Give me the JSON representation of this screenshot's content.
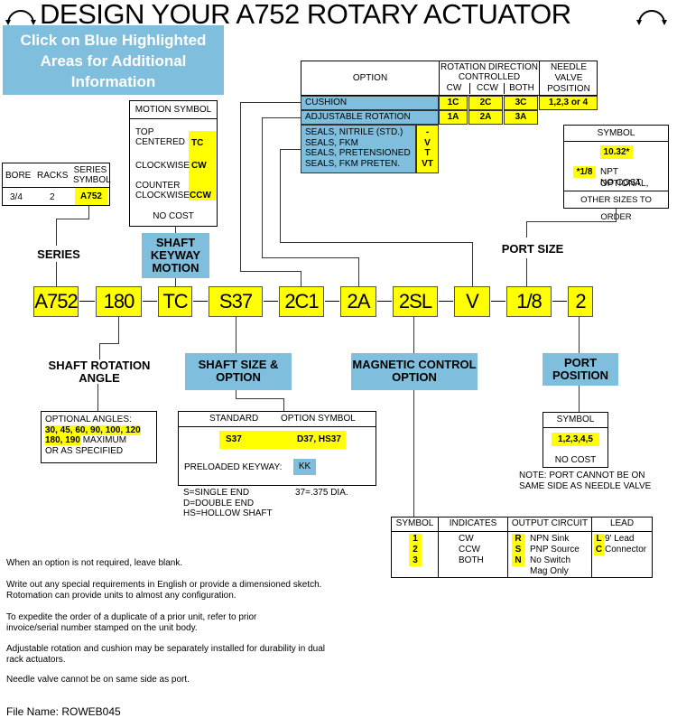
{
  "title": "DESIGN YOUR A752 ROTARY ACTUATOR",
  "info_banner": "Click on Blue Highlighted Areas for Additional Information",
  "model_codes": [
    "A752",
    "180",
    "TC",
    "S37",
    "2C1",
    "2A",
    "2SL",
    "V",
    "1/8",
    "2"
  ],
  "series": {
    "label": "SERIES",
    "headers": [
      "BORE",
      "RACKS",
      "SERIES SYMBOL"
    ],
    "row": [
      "3/4",
      "2",
      "A752"
    ]
  },
  "motion": {
    "header": "MOTION  SYMBOL",
    "rows": [
      {
        "motion": "TOP CENTERED",
        "symbol": "TC"
      },
      {
        "motion": "CLOCKWISE",
        "symbol": "CW"
      },
      {
        "motion": "COUNTER CLOCKWISE",
        "symbol": "CCW"
      }
    ],
    "footer": "NO COST",
    "button": "SHAFT KEYWAY MOTION"
  },
  "options_table": {
    "option_header": "OPTION",
    "rotation_header": "ROTATION DIRECTION CONTROLLED",
    "cw": "CW",
    "ccw": "CCW",
    "both": "BOTH",
    "needle_header": "NEEDLE VALVE POSITION",
    "cushion": {
      "label": "CUSHION",
      "cw": "1C",
      "ccw": "2C",
      "both": "3C",
      "needle": "1,2,3 or 4"
    },
    "adjustable": {
      "label": "ADJUSTABLE ROTATION",
      "cw": "1A",
      "ccw": "2A",
      "both": "3A"
    },
    "seals": [
      {
        "label": "SEALS, NITRILE (STD.)",
        "symbol": "-"
      },
      {
        "label": "SEALS, FKM",
        "symbol": "V"
      },
      {
        "label": "SEALS, PRETENSIONED",
        "symbol": "T"
      },
      {
        "label": "SEALS, FKM PRETEN.",
        "symbol": "VT"
      }
    ]
  },
  "port_size": {
    "label": "PORT SIZE",
    "header": "SYMBOL",
    "value": "10.32*",
    "optional_code": "*1/8",
    "optional_text": "NPT OPTIONAL,",
    "optional_text2": "NO COST",
    "other": "OTHER SIZES TO ORDER"
  },
  "rotation_angle": {
    "label": "SHAFT ROTATION ANGLE",
    "heading": "OPTIONAL ANGLES:",
    "angles_line1": "30, 45, 60, 90, 100, 120",
    "angles_line2": "180, 190",
    "max_text": " MAXIMUM",
    "specified": "OR AS SPECIFIED"
  },
  "shaft_size": {
    "button": "SHAFT SIZE & OPTION",
    "standard_header": "STANDARD",
    "option_header": "OPTION SYMBOL",
    "standard": "S37",
    "options": "D37, HS37",
    "keyway_label": "PRELOADED KEYWAY:",
    "keyway_symbol": "KK",
    "legend": [
      "S=SINGLE END",
      "D=DOUBLE END",
      "HS=HOLLOW SHAFT"
    ],
    "dia_note": "37=.375 DIA."
  },
  "magnetic": {
    "button": "MAGNETIC CONTROL OPTION",
    "headers": [
      "SYMBOL",
      "INDICATES",
      "OUTPUT CIRCUIT",
      "LEAD"
    ],
    "symbols": [
      "1",
      "2",
      "3"
    ],
    "indicates": [
      "CW",
      "CCW",
      "BOTH"
    ],
    "circuit_codes": [
      "R",
      "S",
      "N"
    ],
    "circuit_labels": [
      "NPN Sink",
      "PNP Source",
      "No Switch",
      "Mag Only"
    ],
    "lead_codes": [
      "L",
      "C"
    ],
    "lead_labels": [
      "9' Lead",
      "Connector"
    ]
  },
  "port_position": {
    "button": "PORT POSITION",
    "header": "SYMBOL",
    "value": "1,2,3,4,5",
    "footer": "NO COST",
    "note": "NOTE: PORT CANNOT BE ON SAME SIDE AS NEEDLE VALVE"
  },
  "notes": [
    "When an option is not required, leave blank.",
    "Write out any special requirements in English or provide a dimensioned sketch. Rotomation can provide units to almost any configuration.",
    "To expedite the order of a duplicate of a prior unit, refer to prior invoice/serial number stamped on the unit body.",
    "Adjustable rotation and cushion may be separately installed for durability in dual rack actuators.",
    "Needle valve cannot be on same side as port."
  ],
  "file_name": "File Name: ROWEB045",
  "icons": {
    "left": "rotation-arrow-icon",
    "right": "rotation-arrow-icon"
  }
}
